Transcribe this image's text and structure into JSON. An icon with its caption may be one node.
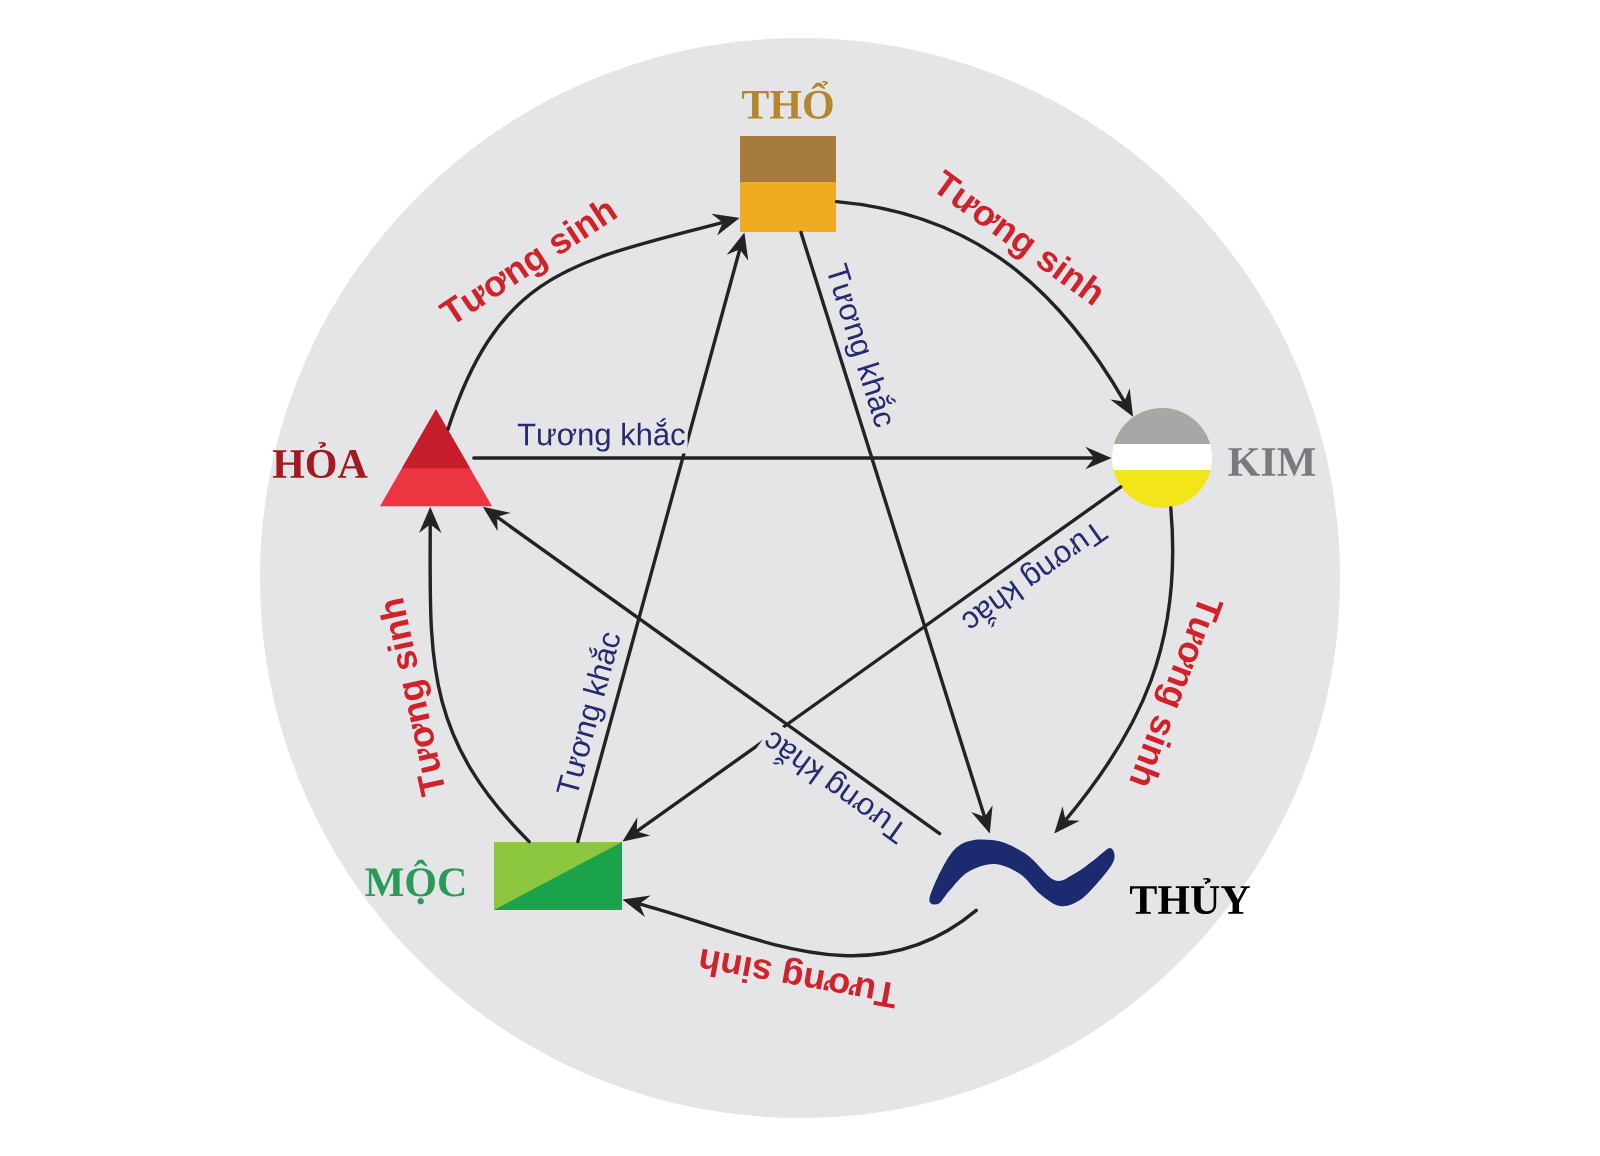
{
  "diagram": {
    "nodes": [
      {
        "text": [
          "THỔ"
        ]
      },
      {
        "text": [
          "HỎA"
        ]
      },
      {
        "text": [
          "KIM"
        ]
      },
      {
        "text": [
          "MỘC"
        ]
      },
      {
        "text": [
          "THỦY"
        ]
      }
    ],
    "edges": [
      {
        "from": 1,
        "to": 0,
        "arrow": "to",
        "label": "Tương sinh"
      },
      {
        "from": 0,
        "to": 2,
        "arrow": "to",
        "label": "Tương sinh"
      },
      {
        "from": 2,
        "to": 4,
        "arrow": "to",
        "label": "Tương sinh"
      },
      {
        "from": 4,
        "to": 3,
        "arrow": "to",
        "label": "Tương sinh"
      },
      {
        "from": 3,
        "to": 1,
        "arrow": "to",
        "label": "Tương sinh"
      },
      {
        "from": 1,
        "to": 2,
        "arrow": "to",
        "label": "Tương khắc"
      },
      {
        "from": 0,
        "to": 4,
        "arrow": "to",
        "label": "Tương khắc"
      },
      {
        "from": 2,
        "to": 3,
        "arrow": "to",
        "label": "Tương khắc"
      },
      {
        "from": 3,
        "to": 0,
        "arrow": "to",
        "label": "Tương khắc"
      },
      {
        "from": 4,
        "to": 1,
        "arrow": "to",
        "label": "Tương khắc"
      }
    ]
  }
}
